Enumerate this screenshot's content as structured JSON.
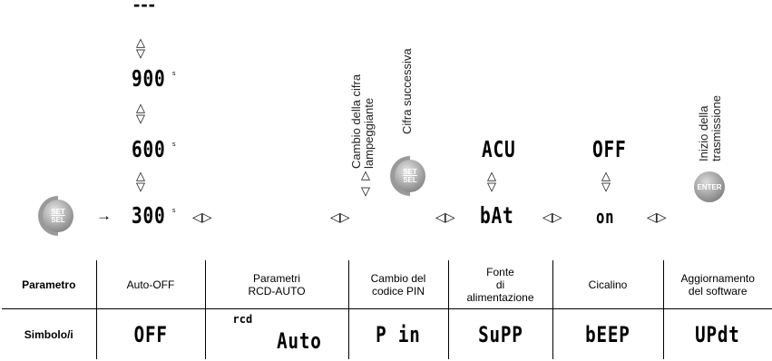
{
  "diagram": {
    "dashes": "---",
    "vals": [
      "900",
      "600",
      "300"
    ],
    "unit": "s",
    "arrow": "→",
    "lr": "◁▷",
    "updown_up": "△",
    "updown_down": "▽",
    "btn_set": "SET",
    "btn_sel": "SEL",
    "btn_enter": "ENTER",
    "label_change": [
      "Cambio della cifra",
      "lampeggiante"
    ],
    "label_next": "Cifra successiva",
    "label_start": [
      "Inizio della",
      "trasmissione"
    ],
    "power_top": "ACU",
    "power_bottom": "bAt",
    "buzz_top": "OFF",
    "buzz_bottom": "on"
  },
  "table": {
    "row_labels": [
      "Parametro",
      "Simbolo/i"
    ],
    "params": [
      [
        "Auto-OFF"
      ],
      [
        "Parametri",
        "RCD-AUTO"
      ],
      [
        "Cambio del",
        "codice PIN"
      ],
      [
        "Fonte",
        "di",
        "alimentazione"
      ],
      [
        "Cicalino"
      ],
      [
        "Aggiornamento",
        "del software"
      ]
    ],
    "symbols": [
      "OFF",
      "Auto",
      "P in",
      "SuPP",
      "bEEP",
      "UPdt"
    ],
    "rcd_small": "rcd"
  }
}
